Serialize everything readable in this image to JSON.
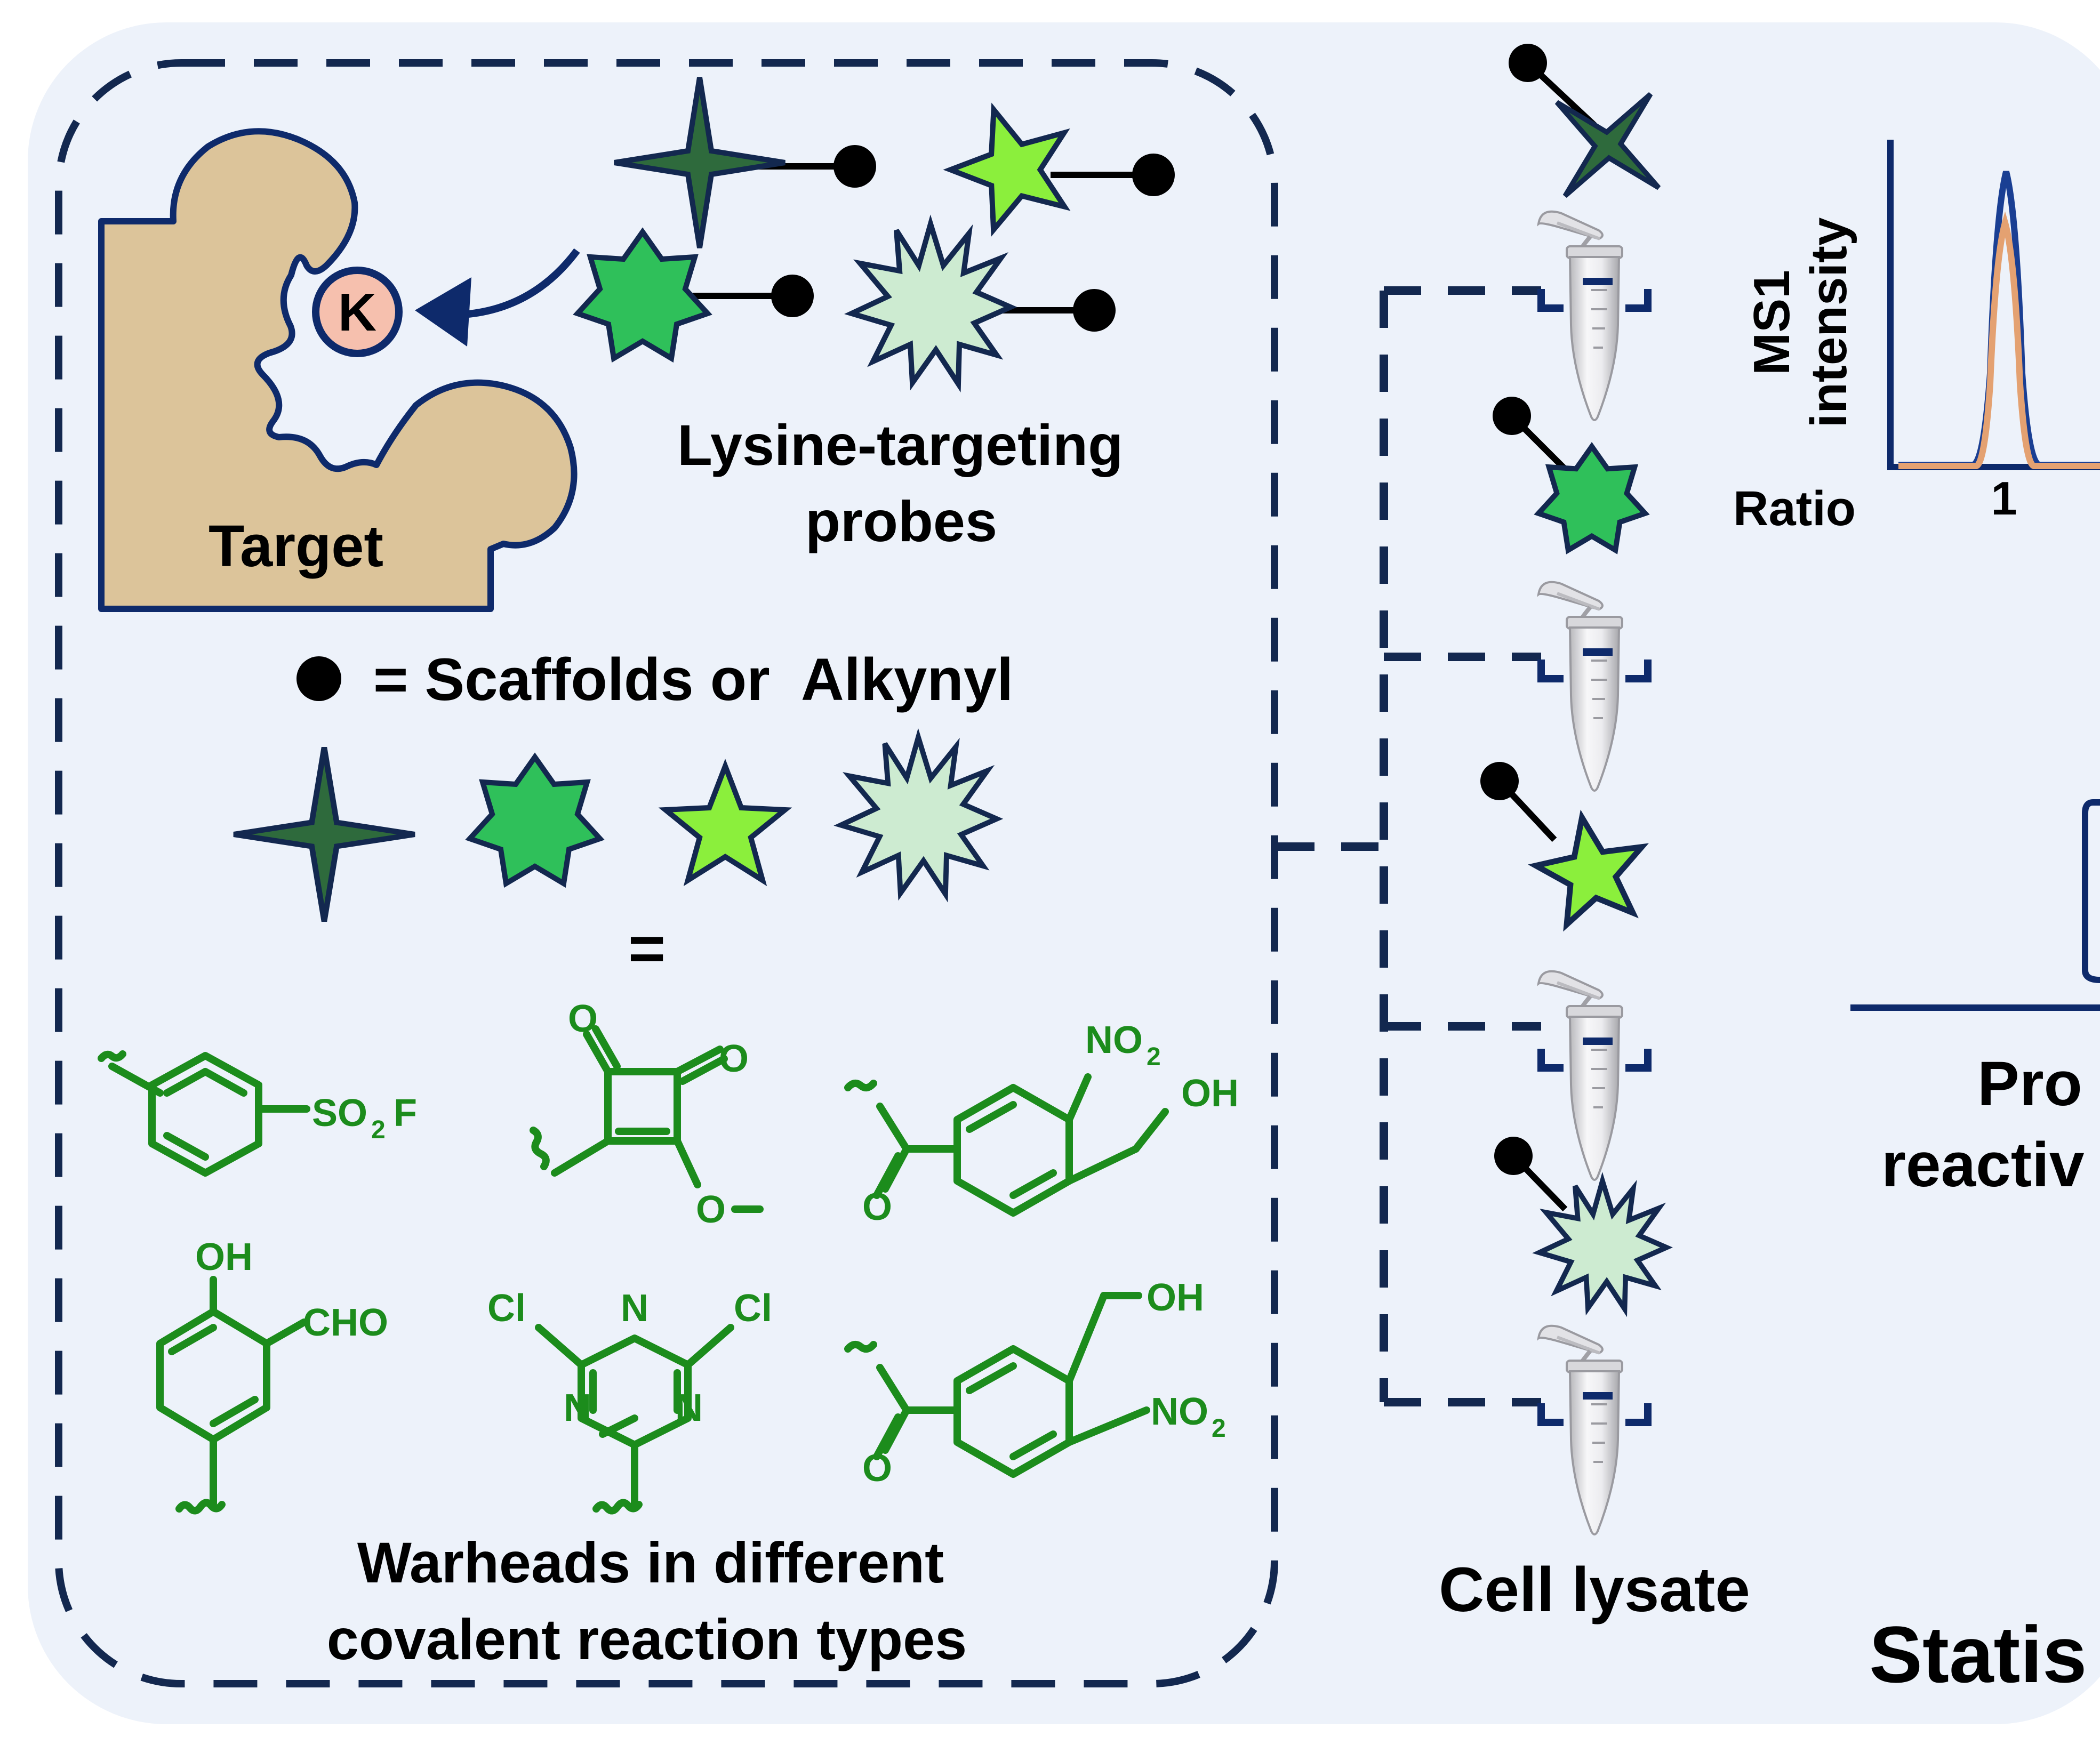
{
  "target": {
    "label": "Target",
    "residue": "K"
  },
  "probes_label": [
    "Lysine-targeting",
    "probes"
  ],
  "legend": {
    "dot_equals": "= Scaffolds or  Alkynyl",
    "equals": "="
  },
  "warheads": {
    "labels": [
      "SO",
      "2",
      "F",
      "O",
      "O",
      "O",
      "NO",
      "2",
      "OH",
      "O",
      "OH",
      "CHO",
      "Cl",
      "N",
      "Cl",
      "N",
      "N",
      "OH",
      "NO",
      "2",
      "O"
    ],
    "caption": [
      "Warheads in different",
      "covalent reaction types"
    ]
  },
  "cell_lysate_label": "Cell lysate",
  "ms1": {
    "ylabel_1": "MS1",
    "ylabel_2": "intensity",
    "xlabel": "Ratio",
    "tick": "1"
  },
  "cutoff_text": [
    "Pro",
    "reactiv",
    "Statis"
  ],
  "colors": {
    "panel_bg": "#edf2fa",
    "dash": "#13284f",
    "navy": "#0e2a6b",
    "target_fill": "#dcc49a",
    "lysine_fill": "#f6c0ae",
    "chem_green": "#1c8c1c",
    "star4": "#2e6a3c",
    "star7": "#2fc05a",
    "star5": "#8bef3c",
    "star_burst": "#cdebd1",
    "peak_orange": "#e4a171",
    "peak_blue": "#1a3f93"
  },
  "icons": [
    "four-point-star-icon",
    "seven-point-star-icon",
    "five-point-star-icon",
    "burst-star-icon",
    "scaffold-dot-icon",
    "microtube-icon"
  ]
}
